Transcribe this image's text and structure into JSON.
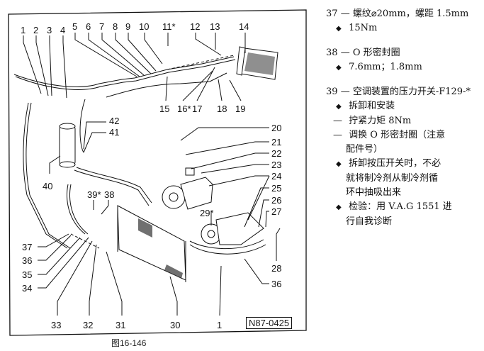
{
  "figure": {
    "caption": "图16-146",
    "drawing_number": "N87-0425",
    "callouts": [
      "1",
      "2",
      "3",
      "4",
      "5",
      "6",
      "7",
      "8",
      "9",
      "10",
      "11*",
      "12",
      "13",
      "14",
      "15",
      "16*",
      "17",
      "18",
      "19",
      "20",
      "21",
      "22",
      "23",
      "24",
      "25",
      "26",
      "27",
      "28",
      "29*",
      "30",
      "1",
      "31",
      "32",
      "33",
      "34",
      "35",
      "36",
      "37",
      "36",
      "38",
      "39*",
      "40",
      "41",
      "42"
    ],
    "icons": {
      "bullet": "◆",
      "dash": "—"
    }
  },
  "notes": [
    {
      "number": "37",
      "title": "螺纹⌀20mm，螺距 1.5mm",
      "items": [
        {
          "type": "bullet",
          "text": "15Nm"
        }
      ]
    },
    {
      "number": "38",
      "title": "O 形密封圈",
      "items": [
        {
          "type": "bullet",
          "text": "7.6mm；1.8mm"
        }
      ]
    },
    {
      "number": "39",
      "title": "空调装置的压力开关-F129-*",
      "items": [
        {
          "type": "bullet",
          "text": "拆卸和安装"
        },
        {
          "type": "dash",
          "text": "拧紧力矩 8Nm"
        },
        {
          "type": "dash",
          "text": "调换 O 形密封圈（注意",
          "cont": "配件号）"
        },
        {
          "type": "bullet",
          "text": "拆卸按压开关时，不必",
          "cont": "就将制冷剂从制冷剂循",
          "cont2": "环中抽吸出来"
        },
        {
          "type": "bullet",
          "text": "检验：用 V.A.G 1551 进",
          "cont": "行自我诊断"
        }
      ]
    }
  ]
}
